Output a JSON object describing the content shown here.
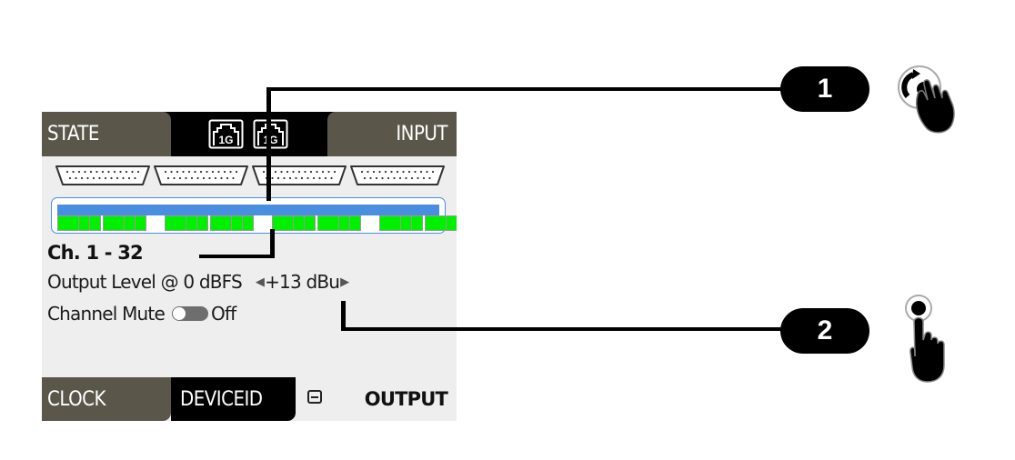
{
  "screen": {
    "header": {
      "left_tab": "STATE",
      "right_tab": "INPUT",
      "network_ports": [
        {
          "label": "1G",
          "icon": "ethernet-port-icon"
        },
        {
          "label": "1G",
          "icon": "ethernet-port-icon"
        }
      ]
    },
    "connectors": {
      "count": 4,
      "icon": "db25-connector-icon"
    },
    "meter": {
      "groups": 4,
      "channels_per_group": 8,
      "bar_color": "#4a8fdf",
      "signal_color": "#00f000"
    },
    "channel_label": "Ch. 1 - 32",
    "output_level": {
      "label": "Output Level @ 0 dBFS",
      "value": "+13 dBu",
      "left_arrow": "◀",
      "right_arrow": "▶"
    },
    "channel_mute": {
      "label": "Channel Mute",
      "state": "Off"
    },
    "footer": {
      "tabs": [
        "CLOCK",
        "DEVICEID"
      ],
      "collapse_icon": "minus-box-icon",
      "active_tab": "OUTPUT"
    }
  },
  "callouts": [
    {
      "number": "1",
      "gesture": "rotate-knob-icon"
    },
    {
      "number": "2",
      "gesture": "tap-icon"
    }
  ]
}
